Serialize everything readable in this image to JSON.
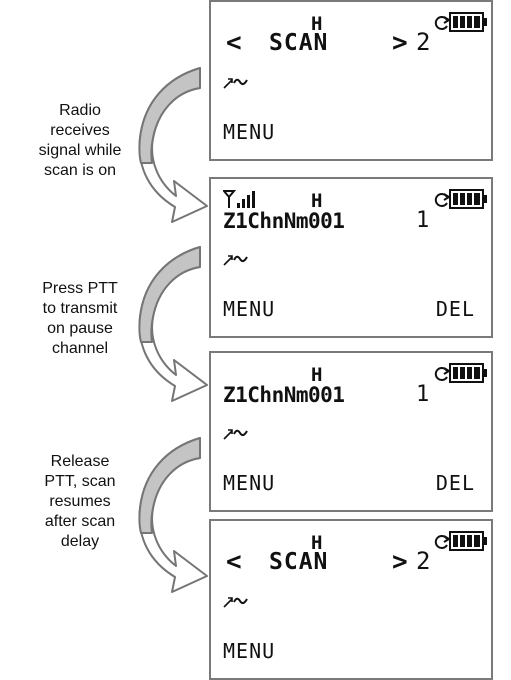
{
  "captions": [
    [
      "Radio",
      "receives",
      "signal while",
      "scan is on"
    ],
    [
      "Press PTT",
      "to transmit",
      "on pause",
      "channel"
    ],
    [
      "Release",
      "PTT, scan",
      "resumes",
      "after scan",
      "delay"
    ]
  ],
  "screens": [
    {
      "mode": "H",
      "left_arrow": "<",
      "right_arrow": ">",
      "title": "SCAN",
      "channel_number": "2",
      "softkey_left": "MENU"
    },
    {
      "mode": "H",
      "channel_name": "Z1ChnNm001",
      "channel_number": "1",
      "softkey_left": "MENU",
      "softkey_right": "DEL",
      "signal_icon": "signal-strength-icon"
    },
    {
      "mode": "H",
      "channel_name": "Z1ChnNm001",
      "channel_number": "1",
      "softkey_left": "MENU",
      "softkey_right": "DEL"
    },
    {
      "mode": "H",
      "left_arrow": "<",
      "right_arrow": ">",
      "title": "SCAN",
      "channel_number": "2",
      "softkey_left": "MENU"
    }
  ],
  "icons": [
    "scan-status-icon",
    "battery-icon",
    "signal-strength-icon",
    "curved-arrow-icon"
  ],
  "colors": {
    "arrow_fill": "#c4c4c4",
    "arrow_stroke": "#757575",
    "frame": "#7a7a7a"
  }
}
